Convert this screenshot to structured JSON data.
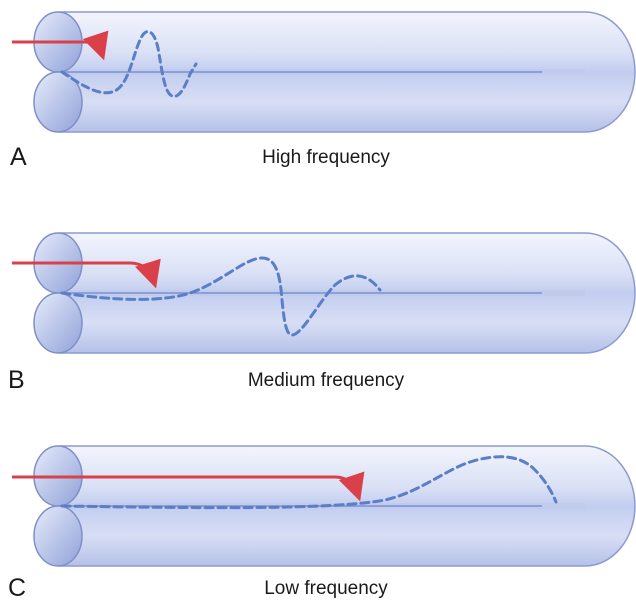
{
  "panels": [
    {
      "letter": "A",
      "caption": "High frequency"
    },
    {
      "letter": "B",
      "caption": "Medium frequency"
    },
    {
      "letter": "C",
      "caption": "Low frequency"
    }
  ],
  "colors": {
    "tube_light": "#eef1fb",
    "tube_mid": "#cdd6f1",
    "tube_dark": "#a3b1e0",
    "tube_outline": "#7f8fc7",
    "end_cap_light": "#dfe6fa",
    "end_cap_dark": "#93a4d9",
    "axis_line": "#7b8fd6",
    "wave": "#5a7fc6",
    "arrow": "#d9404a",
    "text": "#1a1a1a"
  }
}
